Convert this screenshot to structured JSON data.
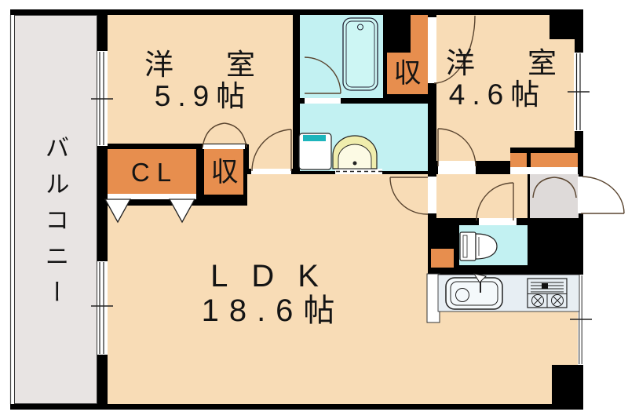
{
  "plan": {
    "title": "apartment floor plan",
    "rooms": {
      "balcony": {
        "label": "バルコニー"
      },
      "western_room_1": {
        "name": "洋　室",
        "area": "5.9帖"
      },
      "western_room_2": {
        "name": "洋　室",
        "area": "4.6帖"
      },
      "ldk": {
        "name": "LDK",
        "area": "18.6帖"
      },
      "closet": {
        "label": "CL"
      },
      "storage_1": {
        "label": "収"
      },
      "storage_2": {
        "label": "収"
      }
    },
    "colors": {
      "wall": "#000000",
      "room_floor": "#f8dcb6",
      "wet_area_floor": "#c2f1f2",
      "bathtub_fill": "#cdf6f4",
      "storage_fill": "#e78e4e",
      "balcony_floor": "#e8e4e3",
      "entrance_floor": "#dedad9",
      "kitchen_counter": "#e7eef3",
      "washbasin_fill": "#f0edad",
      "washer_accent": "#1db5bc",
      "door_arc": "#5a4530"
    }
  }
}
